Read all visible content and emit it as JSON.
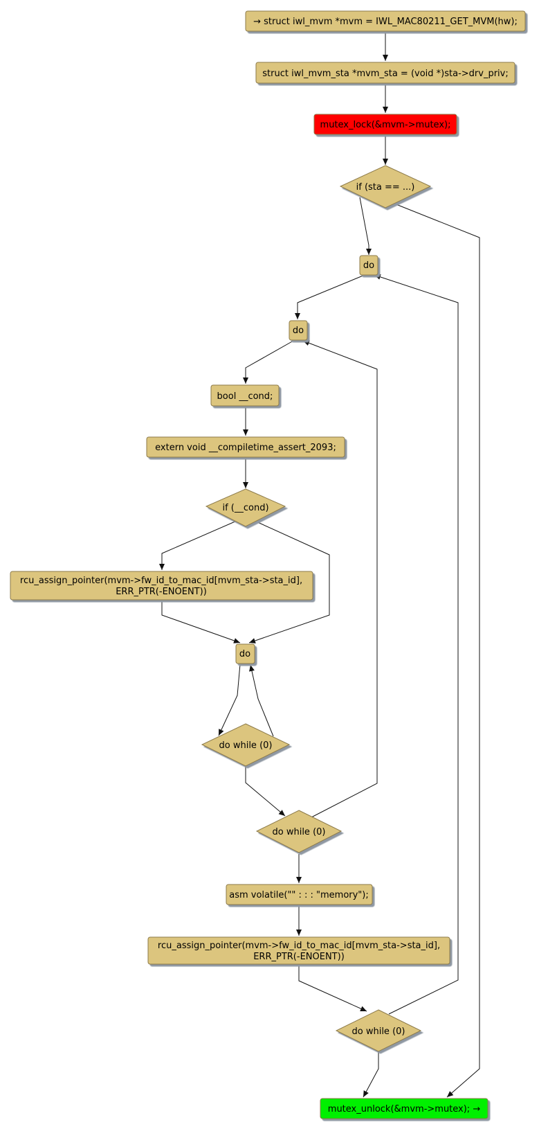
{
  "colors": {
    "node_fill": "#dcc57e",
    "node_stroke": "#8c7a4a",
    "shadow": "#9aa3ad",
    "start_fill": "#ff0000",
    "end_fill": "#00f000",
    "edge": "#111111"
  },
  "nodes": {
    "n1": {
      "label": "→ struct iwl_mvm *mvm = IWL_MAC80211_GET_MVM(hw);"
    },
    "n2": {
      "label": "struct iwl_mvm_sta *mvm_sta = (void *)sta->drv_priv;"
    },
    "n3": {
      "label": "mutex_lock(&mvm->mutex);"
    },
    "n4": {
      "label": "if (sta == ...)"
    },
    "n5": {
      "label": "do"
    },
    "n6": {
      "label": "do"
    },
    "n7": {
      "label": "bool __cond;"
    },
    "n8": {
      "label": "extern void __compiletime_assert_2093;"
    },
    "n9": {
      "label": "if (__cond)"
    },
    "n10": {
      "line1": "rcu_assign_pointer(mvm->fw_id_to_mac_id[mvm_sta->sta_id],",
      "line2": "ERR_PTR(-ENOENT))"
    },
    "n11": {
      "label": "do"
    },
    "n12": {
      "label": "do while (0)"
    },
    "n13": {
      "label": "do while (0)"
    },
    "n14": {
      "label": "asm volatile(\"\" : : : \"memory\");"
    },
    "n15": {
      "line1": "rcu_assign_pointer(mvm->fw_id_to_mac_id[mvm_sta->sta_id],",
      "line2": "ERR_PTR(-ENOENT))"
    },
    "n16": {
      "label": "do while (0)"
    },
    "n17": {
      "label": "mutex_unlock(&mvm->mutex); →"
    }
  }
}
